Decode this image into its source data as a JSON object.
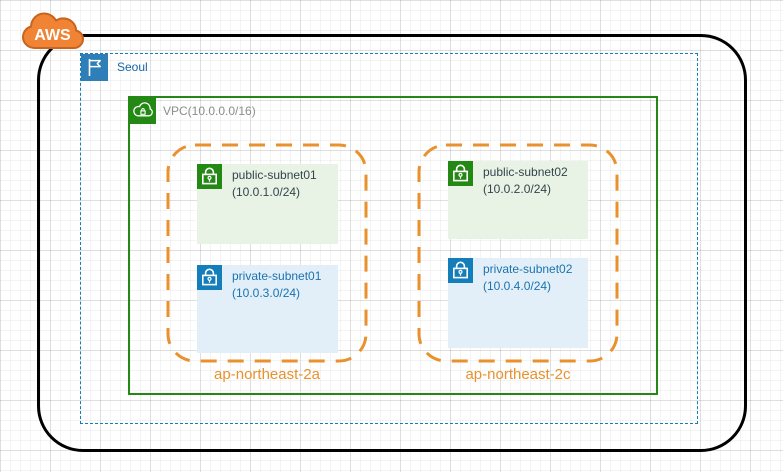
{
  "diagram": {
    "aws_cloud": {
      "label": "AWS"
    },
    "region": {
      "label": "Seoul"
    },
    "vpc": {
      "label": "VPC(10.0.0.0/16)"
    },
    "azs": [
      {
        "label": "ap-northeast-2a",
        "public_subnet": {
          "name": "public-subnet01",
          "cidr": "(10.0.1.0/24)"
        },
        "private_subnet": {
          "name": "private-subnet01",
          "cidr": "(10.0.3.0/24)"
        }
      },
      {
        "label": "ap-northeast-2c",
        "public_subnet": {
          "name": "public-subnet02",
          "cidr": "(10.0.2.0/24)"
        },
        "private_subnet": {
          "name": "private-subnet02",
          "cidr": "(10.0.4.0/24)"
        }
      }
    ],
    "colors": {
      "aws_orange": "#F08334",
      "aws_orange_border": "#C8641E",
      "cloud_group_border": "#000000",
      "region_blue": "#147EBA",
      "region_text": "#1766A6",
      "vpc_green": "#248814",
      "vpc_text": "#8C8C8C",
      "az_orange": "#E8912D",
      "public_fill": "#E9F3E5",
      "public_text": "#33444D",
      "private_fill": "#E3EFF8",
      "private_text": "#1A73B0"
    }
  }
}
